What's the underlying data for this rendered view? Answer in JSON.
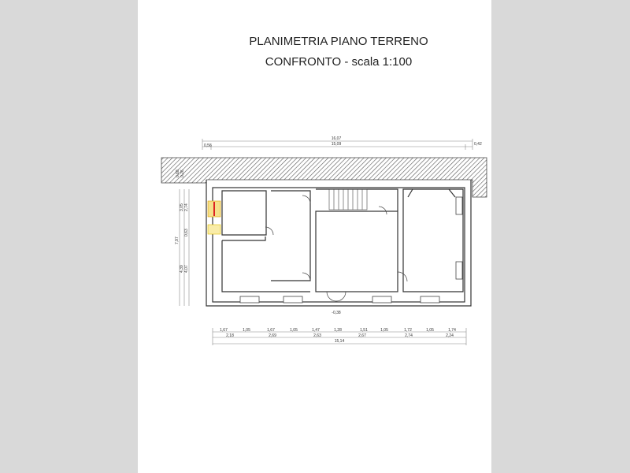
{
  "title": "PLANIMETRIA PIANO TERRENO",
  "subtitle": "CONFRONTO - scala 1:100",
  "top_dims": {
    "total": "16,07",
    "inner": "15,09",
    "left": "0,56",
    "right": "0,42"
  },
  "left_dims": {
    "a": "0,68",
    "b": "0,26",
    "c": "3,05",
    "d": "2,74",
    "e": "7,97",
    "f": "0,63",
    "g": "4,39",
    "h": "4,07"
  },
  "bottom_dims": {
    "row1": [
      "1,67",
      "1,05",
      "1,67",
      "1,05",
      "1,47",
      "1,28",
      "1,51",
      "1,05",
      "1,72",
      "1,05",
      "1,74"
    ],
    "row2": [
      "2,18",
      "2,69",
      "2,63",
      "2,67",
      "2,74",
      "2,24"
    ],
    "total": "15,14"
  },
  "level": "-0,38"
}
